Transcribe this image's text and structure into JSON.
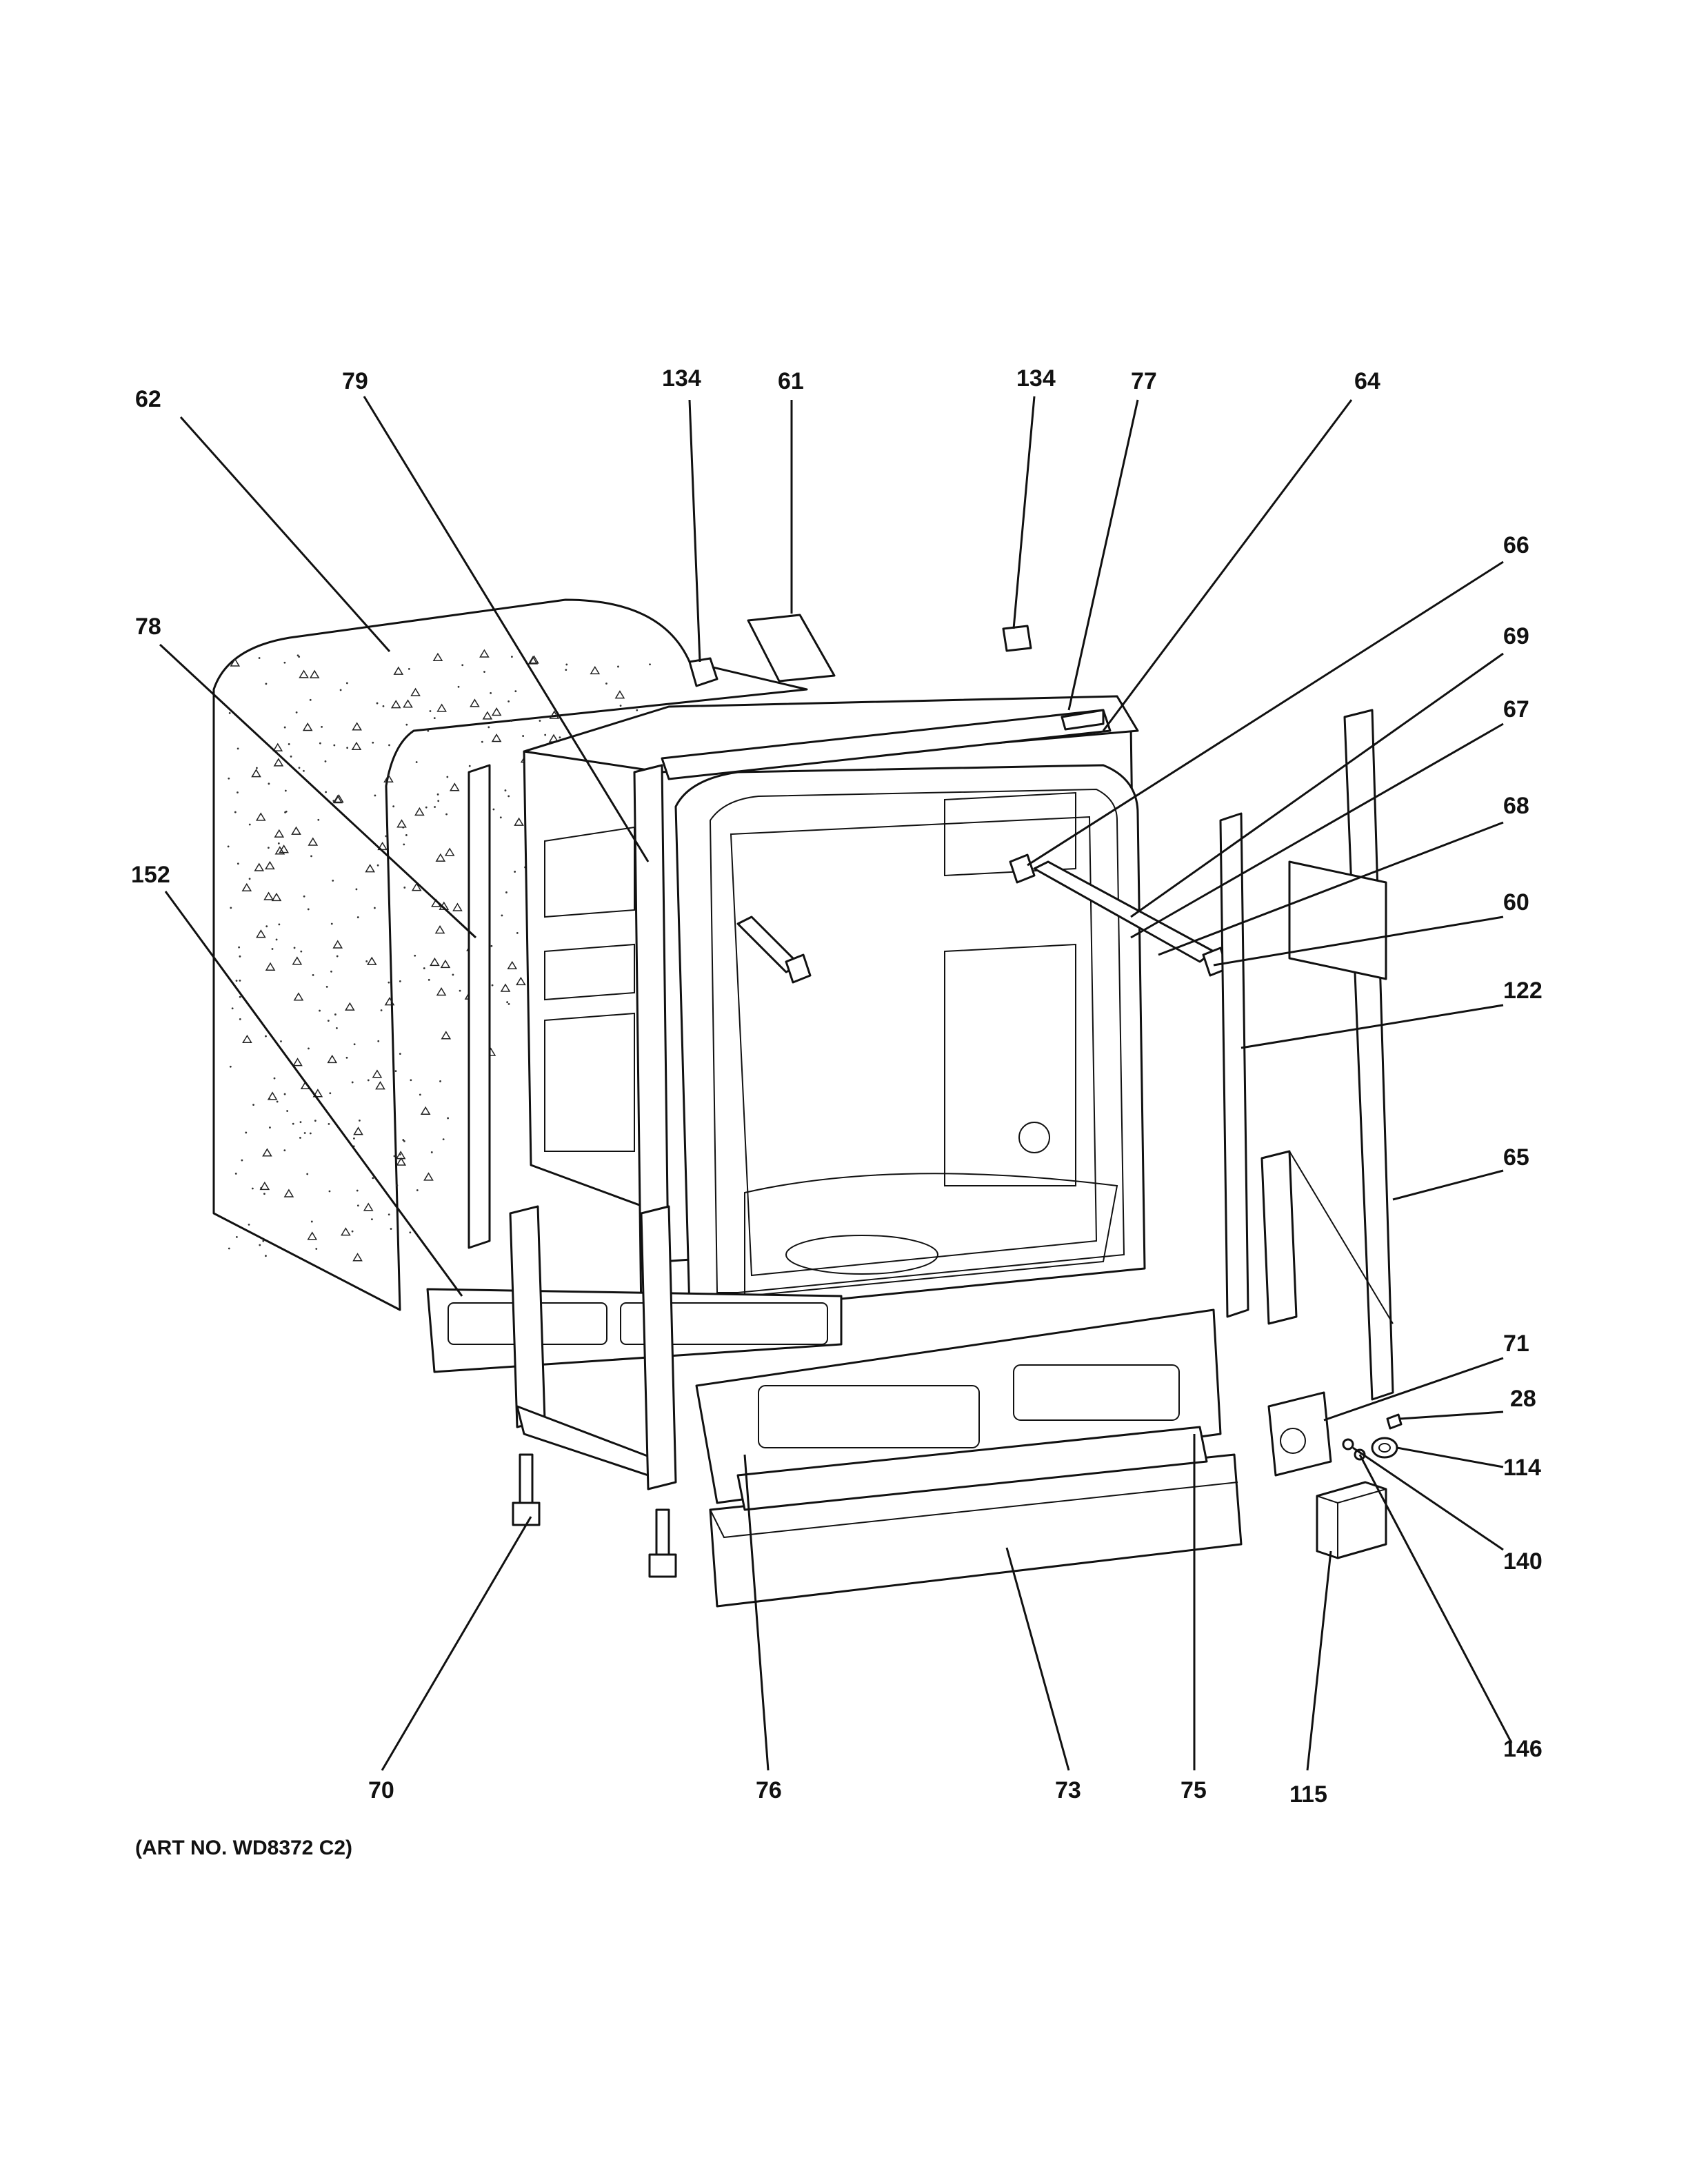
{
  "diagram": {
    "callouts": [
      {
        "id": "62",
        "text": "62"
      },
      {
        "id": "79",
        "text": "79"
      },
      {
        "id": "134a",
        "text": "134"
      },
      {
        "id": "61",
        "text": "61"
      },
      {
        "id": "134b",
        "text": "134"
      },
      {
        "id": "77",
        "text": "77"
      },
      {
        "id": "64",
        "text": "64"
      },
      {
        "id": "66",
        "text": "66"
      },
      {
        "id": "78",
        "text": "78"
      },
      {
        "id": "69",
        "text": "69"
      },
      {
        "id": "67",
        "text": "67"
      },
      {
        "id": "68",
        "text": "68"
      },
      {
        "id": "152",
        "text": "152"
      },
      {
        "id": "60",
        "text": "60"
      },
      {
        "id": "122",
        "text": "122"
      },
      {
        "id": "65",
        "text": "65"
      },
      {
        "id": "71",
        "text": "71"
      },
      {
        "id": "28",
        "text": "28"
      },
      {
        "id": "114",
        "text": "114"
      },
      {
        "id": "140",
        "text": "140"
      },
      {
        "id": "146",
        "text": "146"
      },
      {
        "id": "70",
        "text": "70"
      },
      {
        "id": "76",
        "text": "76"
      },
      {
        "id": "73",
        "text": "73"
      },
      {
        "id": "75",
        "text": "75"
      },
      {
        "id": "115",
        "text": "115"
      }
    ],
    "art_number": "(ART NO. WD8372 C2)"
  }
}
